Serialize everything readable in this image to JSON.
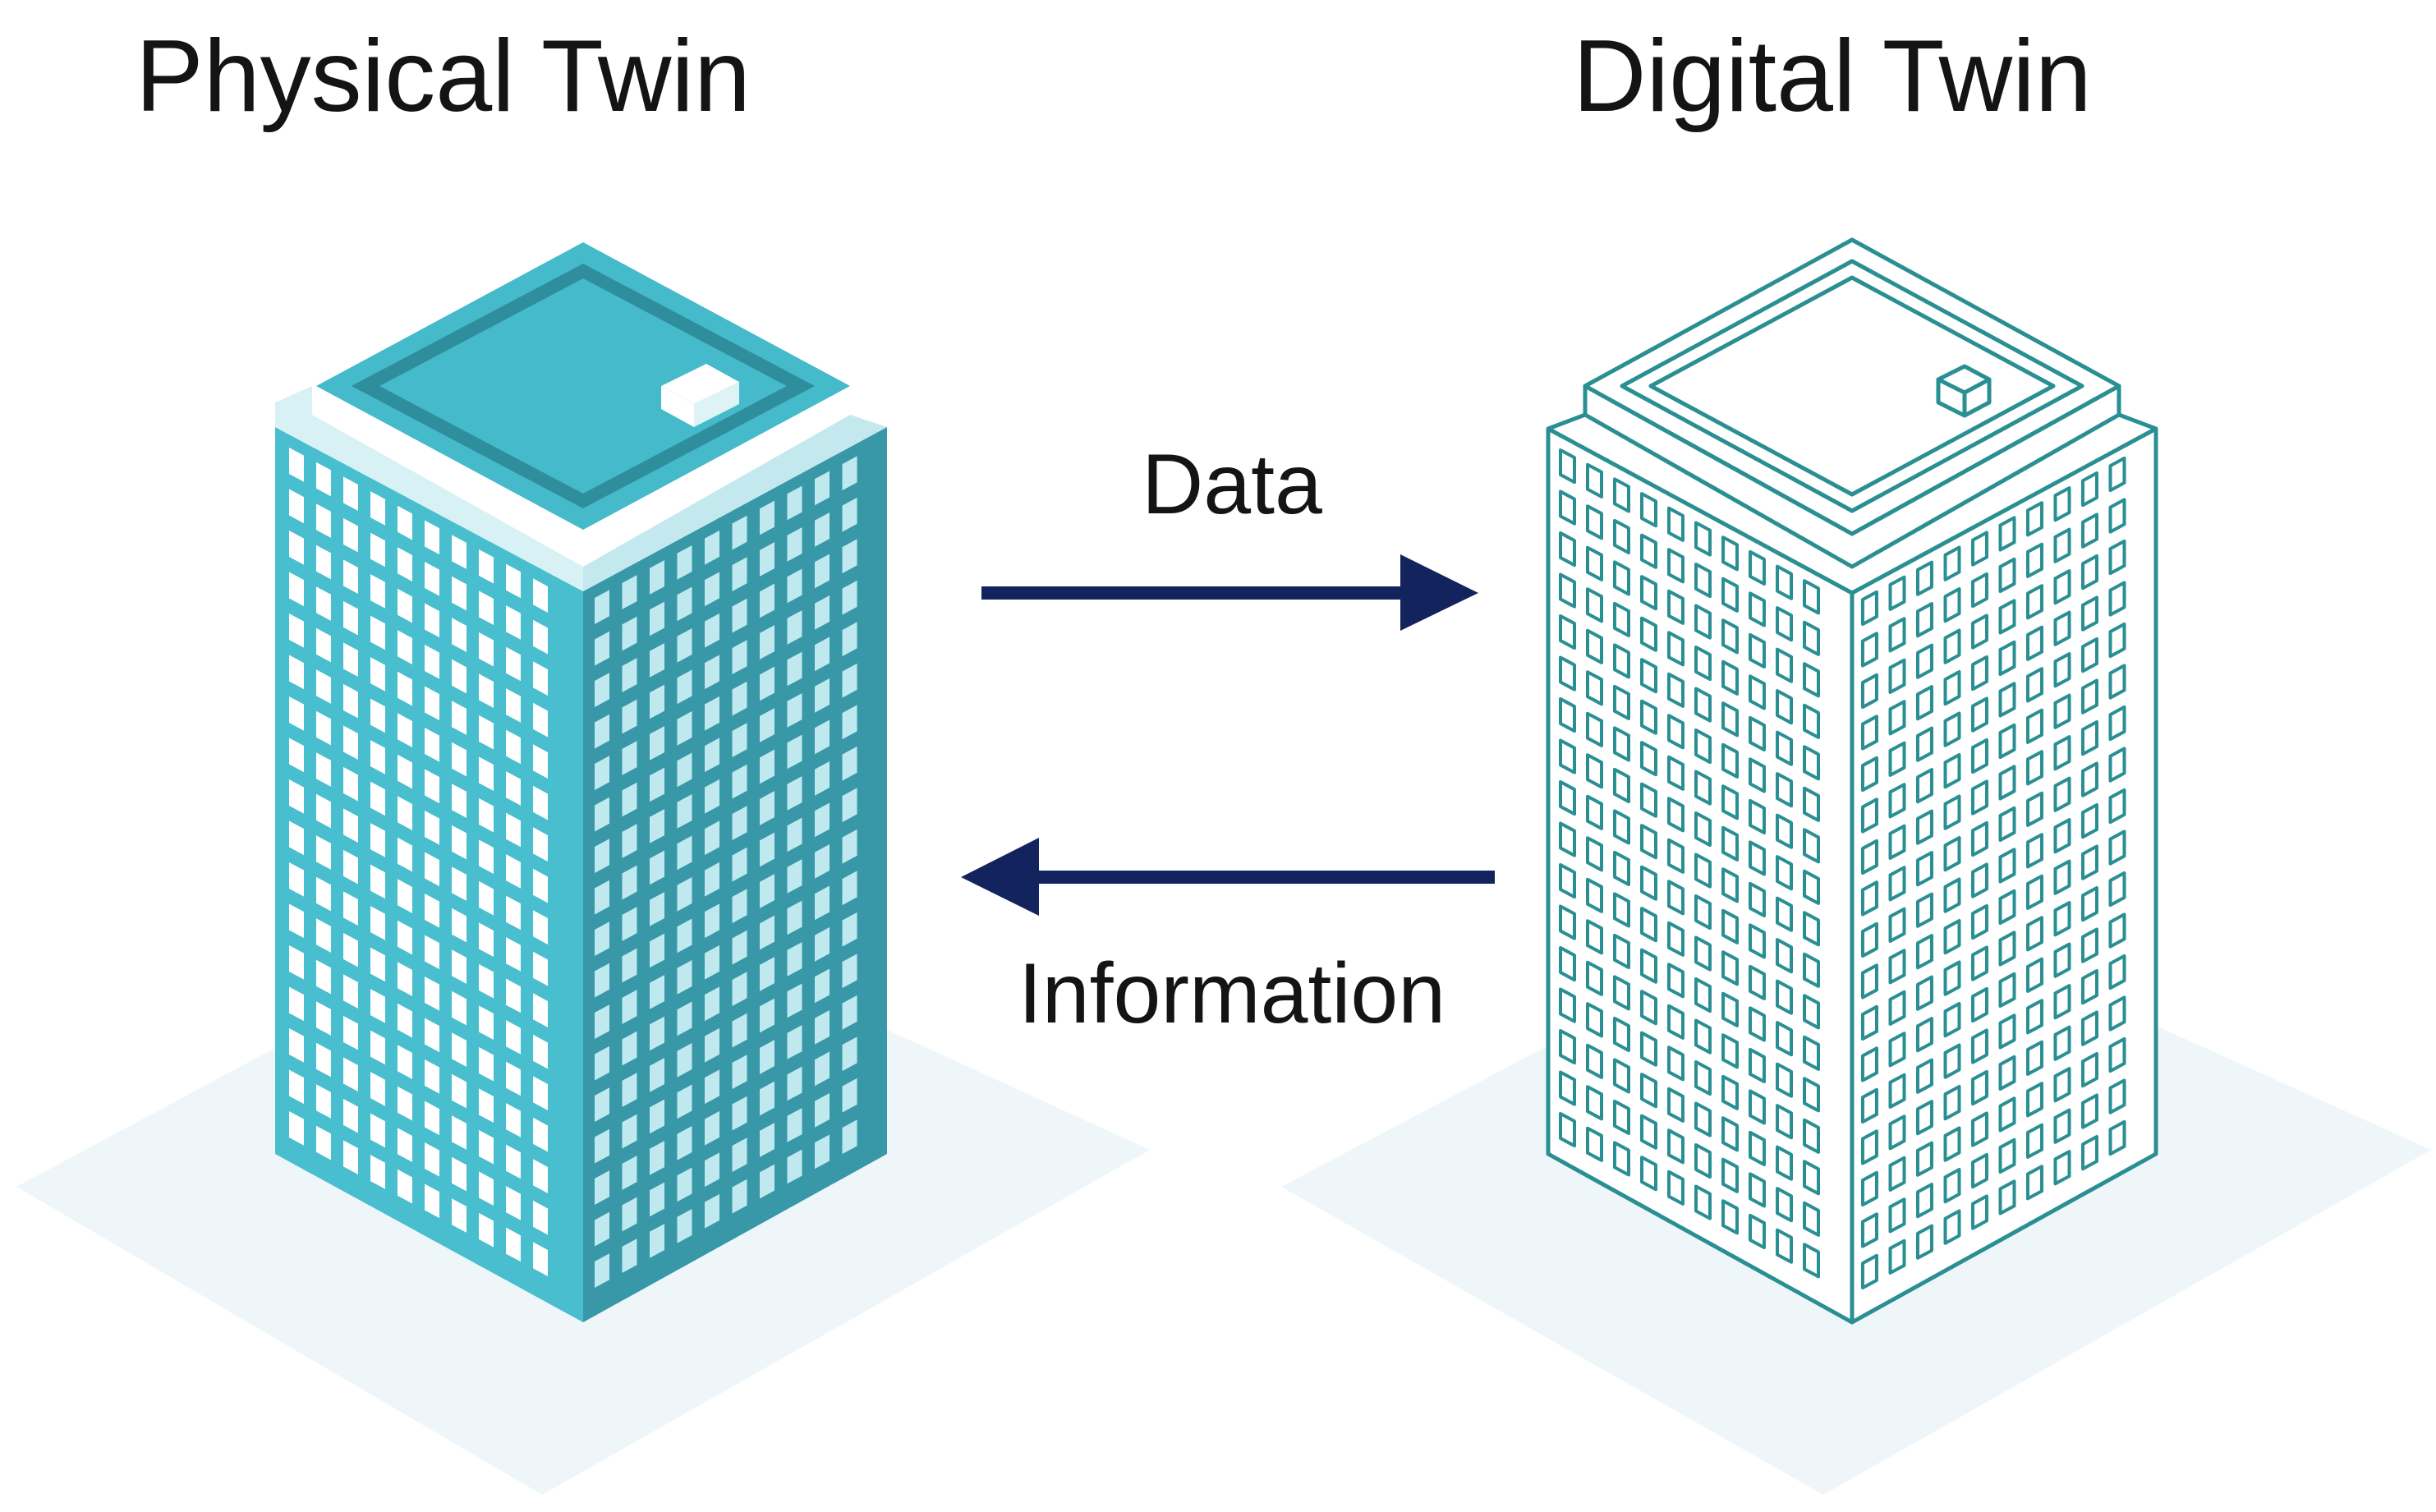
{
  "titles": {
    "physical": "Physical Twin",
    "digital": "Digital Twin"
  },
  "flows": {
    "data_label": "Data",
    "information_label": "Information"
  },
  "colors": {
    "teal_top": "#45BACB",
    "teal_front": "#49BECE",
    "teal_side": "#3898A8",
    "teal_rim": "#D8F1F5",
    "outline": "#2A8F93",
    "arrow": "#13235E",
    "shadow": "#EEF6FA",
    "text": "#141414"
  }
}
